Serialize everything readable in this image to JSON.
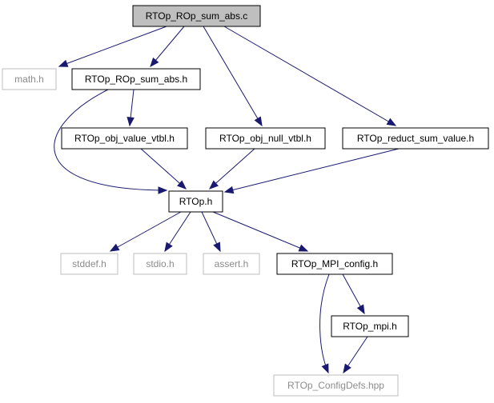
{
  "diagram": {
    "type": "include-dependency-graph",
    "colors": {
      "root_fill": "#bfbfbf",
      "node_border": "#000000",
      "external_border": "#bfbfbf",
      "edge": "#191970"
    },
    "nodes": [
      {
        "id": "root",
        "label": "RTOp_ROp_sum_abs.c",
        "kind": "root"
      },
      {
        "id": "math",
        "label": "math.h",
        "kind": "external"
      },
      {
        "id": "sumabs_h",
        "label": "RTOp_ROp_sum_abs.h",
        "kind": "internal"
      },
      {
        "id": "objval",
        "label": "RTOp_obj_value_vtbl.h",
        "kind": "internal"
      },
      {
        "id": "objnull",
        "label": "RTOp_obj_null_vtbl.h",
        "kind": "internal"
      },
      {
        "id": "reduct",
        "label": "RTOp_reduct_sum_value.h",
        "kind": "internal"
      },
      {
        "id": "rtop",
        "label": "RTOp.h",
        "kind": "internal"
      },
      {
        "id": "stddef",
        "label": "stddef.h",
        "kind": "external"
      },
      {
        "id": "stdio",
        "label": "stdio.h",
        "kind": "external"
      },
      {
        "id": "assert",
        "label": "assert.h",
        "kind": "external"
      },
      {
        "id": "mpiconfig",
        "label": "RTOp_MPI_config.h",
        "kind": "internal"
      },
      {
        "id": "mpi",
        "label": "RTOp_mpi.h",
        "kind": "internal"
      },
      {
        "id": "configdefs",
        "label": "RTOp_ConfigDefs.hpp",
        "kind": "external"
      }
    ],
    "edges": [
      {
        "from": "root",
        "to": "math"
      },
      {
        "from": "root",
        "to": "sumabs_h"
      },
      {
        "from": "root",
        "to": "objnull"
      },
      {
        "from": "root",
        "to": "reduct"
      },
      {
        "from": "sumabs_h",
        "to": "objval"
      },
      {
        "from": "sumabs_h",
        "to": "rtop"
      },
      {
        "from": "objval",
        "to": "rtop"
      },
      {
        "from": "objnull",
        "to": "rtop"
      },
      {
        "from": "reduct",
        "to": "rtop"
      },
      {
        "from": "rtop",
        "to": "stddef"
      },
      {
        "from": "rtop",
        "to": "stdio"
      },
      {
        "from": "rtop",
        "to": "assert"
      },
      {
        "from": "rtop",
        "to": "mpiconfig"
      },
      {
        "from": "mpiconfig",
        "to": "mpi"
      },
      {
        "from": "mpiconfig",
        "to": "configdefs"
      },
      {
        "from": "mpi",
        "to": "configdefs"
      }
    ]
  }
}
